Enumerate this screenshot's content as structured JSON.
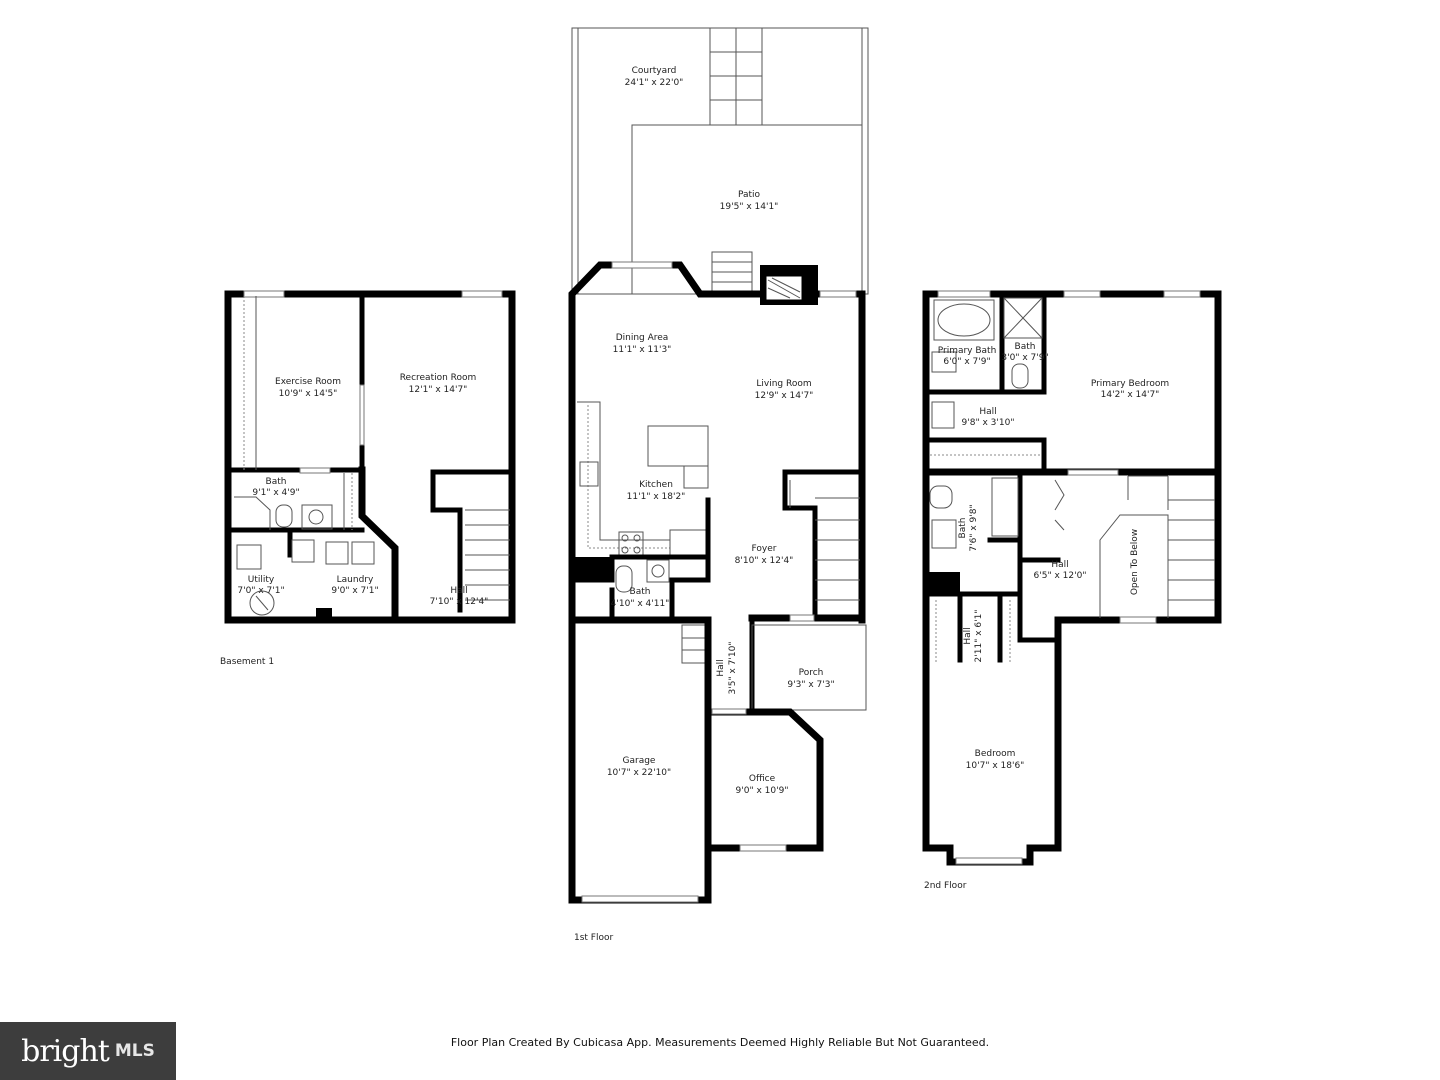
{
  "floors": {
    "basement": {
      "label": "Basement 1",
      "rooms": [
        {
          "name": "Exercise Room",
          "dims": "10'9\" x 14'5\""
        },
        {
          "name": "Recreation Room",
          "dims": "12'1\" x 14'7\""
        },
        {
          "name": "Bath",
          "dims": "9'1\" x 4'9\""
        },
        {
          "name": "Utility",
          "dims": "7'0\" x 7'1\""
        },
        {
          "name": "Laundry",
          "dims": "9'0\" x 7'1\""
        },
        {
          "name": "Hall",
          "dims": "7'10\" x 12'4\""
        }
      ]
    },
    "first": {
      "label": "1st Floor",
      "rooms": [
        {
          "name": "Courtyard",
          "dims": "24'1\" x 22'0\""
        },
        {
          "name": "Patio",
          "dims": "19'5\" x 14'1\""
        },
        {
          "name": "Dining Area",
          "dims": "11'1\" x 11'3\""
        },
        {
          "name": "Living Room",
          "dims": "12'9\" x 14'7\""
        },
        {
          "name": "Kitchen",
          "dims": "11'1\" x 18'2\""
        },
        {
          "name": "Foyer",
          "dims": "8'10\" x 12'4\""
        },
        {
          "name": "Bath",
          "dims": "4'10\" x 4'11\""
        },
        {
          "name": "Hall",
          "dims": "3'5\" x 7'10\""
        },
        {
          "name": "Porch",
          "dims": "9'3\" x 7'3\""
        },
        {
          "name": "Garage",
          "dims": "10'7\" x 22'10\""
        },
        {
          "name": "Office",
          "dims": "9'0\" x 10'9\""
        }
      ]
    },
    "second": {
      "label": "2nd Floor",
      "rooms": [
        {
          "name": "Primary Bath",
          "dims": "6'0\" x 7'9\""
        },
        {
          "name": "Bath",
          "dims": "3'0\" x 7'9\""
        },
        {
          "name": "Primary Bedroom",
          "dims": "14'2\" x 14'7\""
        },
        {
          "name": "Hall",
          "dims": "9'8\" x 3'10\""
        },
        {
          "name": "Bath",
          "dims": "7'6\" x 9'8\""
        },
        {
          "name": "Hall",
          "dims": "6'5\" x 12'0\""
        },
        {
          "name": "Open To Below",
          "dims": ""
        },
        {
          "name": "Hall",
          "dims": "2'11\" x 6'1\""
        },
        {
          "name": "Bedroom",
          "dims": "10'7\" x 18'6\""
        }
      ]
    }
  },
  "footer": "Floor Plan Created By Cubicasa App. Measurements Deemed Highly Reliable But Not Guaranteed.",
  "logo": {
    "brand": "bright",
    "suffix": "MLS",
    "background": "#3d3d3d"
  }
}
